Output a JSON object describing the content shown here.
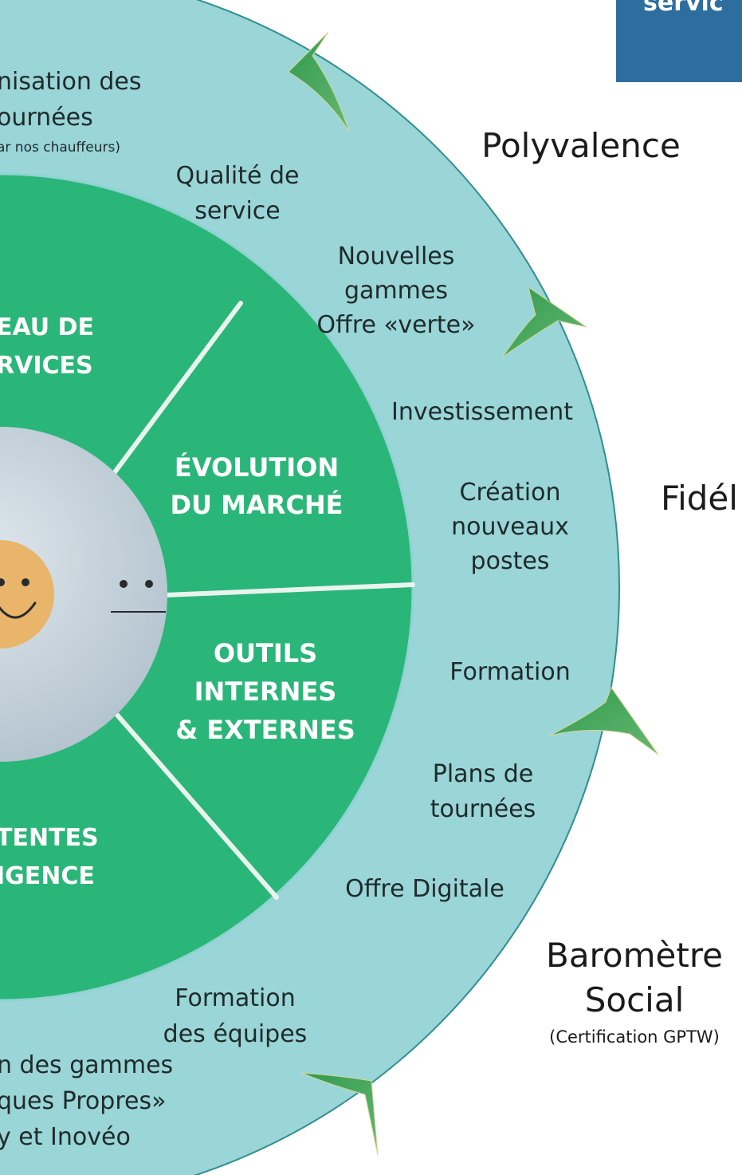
{
  "corner_label": "servic",
  "outer_labels": {
    "polyvalence": "Polyvalence",
    "fidel": "Fidél",
    "barometre_1": "Baromètre",
    "barometre_2": "Social",
    "barometre_note": "(Certification GPTW)"
  },
  "segments": {
    "reseau_1": "EAU DE",
    "reseau_2": "RVICES",
    "evolution_1": "ÉVOLUTION",
    "evolution_2": "DU MARCHÉ",
    "outils_1": "OUTILS",
    "outils_2": "INTERNES",
    "outils_3": "& EXTERNES",
    "attentes_1": "TENTES",
    "attentes_2": "IGENCE"
  },
  "ring_items": {
    "organisation_1": "nisation des",
    "organisation_2": "ournées",
    "organisation_note": "ar nos chauffeurs)",
    "qualite_1": "Qualité de",
    "qualite_2": "service",
    "nouvelles_1": "Nouvelles",
    "nouvelles_2": "gammes",
    "nouvelles_3": "Offre «verte»",
    "investissement": "Investissement",
    "creation_1": "Création",
    "creation_2": "nouveaux",
    "creation_3": "postes",
    "formation": "Formation",
    "plans_1": "Plans de",
    "plans_2": "tournées",
    "offre_digitale": "Offre Digitale",
    "formation_equipes_1": "Formation",
    "formation_equipes_2": "des équipes",
    "gammes_1": "n des gammes",
    "gammes_2": "ques Propres»",
    "gammes_3": "y et Inovéo"
  },
  "colors": {
    "outer_ring": "#9ad5d8",
    "inner_ring": "#2bb679",
    "center_photo": "#c3d2db",
    "arrow": "#3aa35a",
    "corner_box": "#2e6e9e"
  }
}
